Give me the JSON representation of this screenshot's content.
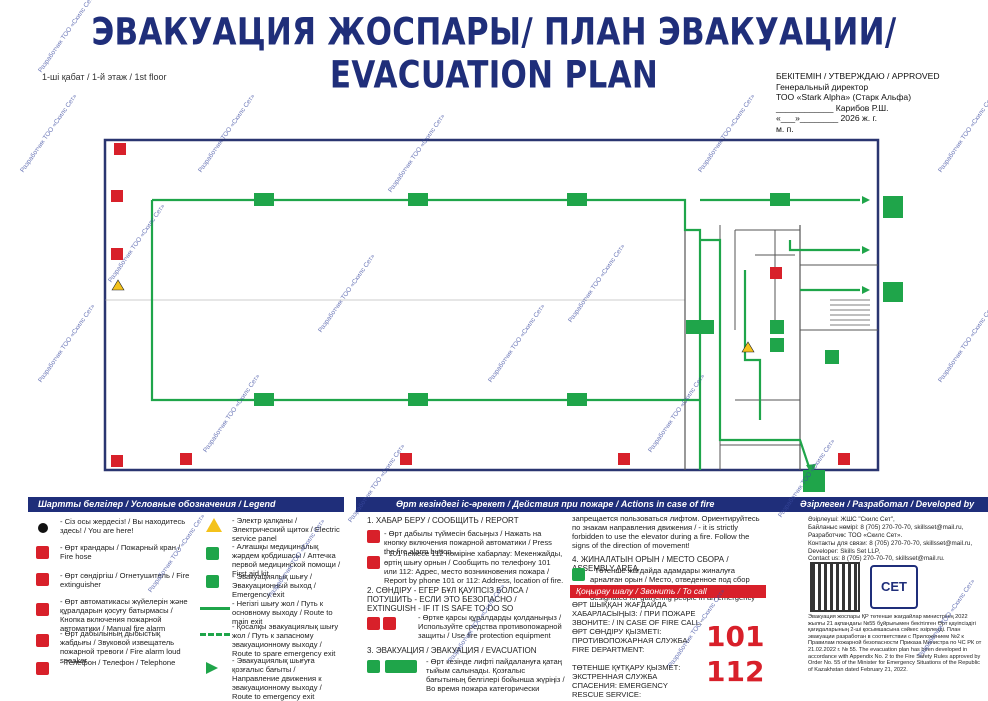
{
  "title": "ЭВАКУАЦИЯ ЖОСПАРЫ/ ПЛАН ЭВАКУАЦИИ/ EVACUATION PLAN",
  "floor": "1-ші қабат / 1-й этаж / 1st floor",
  "approval": {
    "line1": "БЕКІТЕМІН / УТВЕРЖДАЮ / APPROVED",
    "line2": "Генеральный директор",
    "line3": "ТОО «Stark Alpha» (Старк Альфа)",
    "line4": "____________ Карибов Р.Ш.",
    "line5": "«___»________ 2026 ж. г.",
    "line6": "м. п."
  },
  "watermark": "Разработчик ТОО «Скилс Сет»",
  "legend_header": "Шартты белгілер / Условные обозначения / Legend",
  "actions_header": "Өрт кезіндегі іс-әрекет / Действия при пожаре / Actions in case of fire",
  "developer_header": "Әзірлеген / Разработал / Developed by",
  "legend_items": [
    {
      "text": "- Сіз осы жердесіз! / Вы находитесь здесь! / You are here!"
    },
    {
      "text": "- Өрт крандары / Пожарный кран / Fire hose"
    },
    {
      "text": "- Өрт сөндіргіш / Огнетушитель / Fire extinguisher"
    },
    {
      "text": "- Өрт автоматикасы жүйелерін және құралдарын қосуғу батырмасы / Кнопка включения пожарной автоматики / Manual fire alarm"
    },
    {
      "text": "- Өрт дабылының дыбыстық жабдығы / Звуковой извещатель пожарной тревоги / Fire alarm loud speaker"
    },
    {
      "text": "- Телефон / Телефон / Telephone"
    }
  ],
  "legend_items2": [
    {
      "text": "- Электр қалқаны / Электрический щиток / Electric service panel"
    },
    {
      "text": "- Алғашқы медициналық жәрдем қобдишасы / Аптечка первой медицинской помощи / First aid kit"
    },
    {
      "text": "- Эвакуациялық шығу / Эвакуационный выход / Emergency exit"
    },
    {
      "text": "- Негізгі шығу жол / Путь к основному выходу / Route to main exit"
    },
    {
      "text": "- Қосалқы эвакуациялық шығу жол / Путь к запасному эвакуационному выходу / Route to spare emergency exit"
    },
    {
      "text": "- Эвакуациялық шығуға қозғалыс бағыты / Направление движения к эвакуационному выходу / Route to emergency exit"
    }
  ],
  "actions": {
    "s1": "1. ХАБАР БЕРУ / СООБЩИТЬ / REPORT",
    "s1a": "- Өрт дабылы түймесін басыңыз / Нажать на кнопку включения пожарной автоматики / Press the fire alarm button",
    "s1b": "- 101 немесе 112 нөміріне хабарлау: Мекенжайды, өртің шығу орнын / Сообщить по телефону 101 или 112: Адрес, место возникновения пожара / Report by phone 101 or 112: Address, location of fire.",
    "s2": "2. СӨНДІРУ - ЕГЕР БҰЛ ҚАУІПСІЗ БОЛСА / ПОТУШИТЬ - ЕСЛИ ЭТО БЕЗОПАСНО / EXTINGUISH - IF IT IS SAFE TO DO SO",
    "s2a": "- Өртке қарсы құралдарды қолданыңыз / Используйте средства противопожарной защиты / Use fire protection equipment",
    "s3": "3. ЭВАКУАЦИЯ / ЭВАКУАЦИЯ / EVACUATION",
    "s3a": "- Өрт кезінде лифті пайдалануға қатаң тыйым салынады. Қозғалыс бағытының белгілері бойынша жүріңіз / Во время пожара категорически",
    "c2a": "запрещается пользоваться лифтом. Ориентируйтесь по знакам направления движения / - it is strictly forbidden to use the elevator during a fire. Follow the signs of the direction of movement!",
    "s4": "4. ЖИНАЛАТЫН ОРЫН / МЕСТО СБОРА / ASSEMBLY AREA",
    "s4a": "- Төтенше жағдайда адамдары жиналуға арналған орын / Место, отведенное под сбор людей в экстренной ситуации / A place designated for gathering people in an emergency"
  },
  "call": {
    "bar": "Қоңырау шалу / Звонить / To call",
    "fire_kz": "ӨРТ ШЫҚҚАН ЖАҒДАЙДА ХАБАРЛАСЫҢЫЗ: / ПРИ ПОЖАРЕ ЗВОНИТЕ: / IN CASE OF FIRE CALL:",
    "fire_dept": "ӨРТ СӨНДІРУ ҚЫЗМЕТІ: ПРОТИВОПОЖАРНАЯ СЛУЖБА: FIRE DEPARTMENT:",
    "fire_num": "101",
    "rescue": "ТӨТЕНШЕ ҚҰТҚАРУ ҚЫЗМЕТ: ЭКСТРЕННАЯ СЛУЖБА СПАСЕНИЯ: EMERGENCY RESCUE SERVICE:",
    "rescue_num": "112"
  },
  "developer": {
    "l1": "Әзірлеуші: ЖШС \"Скилс Сет\",",
    "l2": "Байланыс нөмірі: 8 (705) 270-70-70, skillsset@mail.ru,",
    "l3": "Разработчик: ТОО «Скилс Сет».",
    "l4": "Контакты для связи: 8 (705) 270-70-70, skillsset@mail.ru,",
    "l5": "Developer: Skills Set LLP,",
    "l6": "Contact us: 8 (705) 270-70-70, skillsset@mail.ru.",
    "logo": "СЕТ",
    "notes": "Эвакуация жоспары ҚР төтенше жағдайлар министрінің 2022 жылғы 21 ақпандағы №55 бұйрығымен бекітілген Өрт қауіпсіздігі қағидаларының 2-ші қосымшасына сәйкес әзірленді. План эвакуации разработан в соответствии с Приложением №2 к Правилам пожарной безопасности Приказа Министра по ЧС РК от 21.02.2022 г. № 55. The evacuation plan has been developed in accordance with Appendix No. 2 to the Fire Safety Rules approved by Order No. 55 of the Minister for Emergency Situations of the Republic of Kazakhstan dated February 21, 2022."
  },
  "colors": {
    "navy": "#1f2e7a",
    "green": "#1fa54a",
    "red": "#d8202a"
  }
}
